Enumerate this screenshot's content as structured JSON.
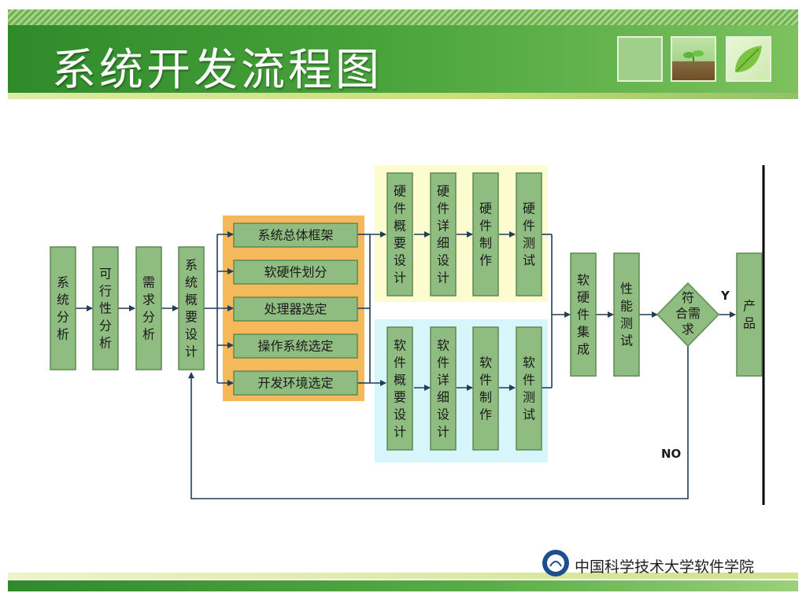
{
  "title": "系统开发流程图",
  "footer": {
    "institution": "中国科学技术大学软件学院"
  },
  "colors": {
    "box_fill": "#8fbc80",
    "box_stroke": "#5c8a50",
    "orange_panel": "#f5b85a",
    "yellow_panel": "#fdfbd0",
    "cyan_panel": "#d6f6fb",
    "line": "#1e3f5a"
  },
  "diagram": {
    "stages": [
      {
        "id": "s1",
        "label": "系统分析"
      },
      {
        "id": "s2",
        "label": "可行性分析"
      },
      {
        "id": "s3",
        "label": "需求分析"
      },
      {
        "id": "s4",
        "label": "系统概要设计"
      }
    ],
    "design_tasks": [
      "系统总体框架",
      "软硬件划分",
      "处理器选定",
      "操作系统选定",
      "开发环境选定"
    ],
    "hardware_track": [
      "硬件概要设计",
      "硬件详细设计",
      "硬件制作",
      "硬件测试"
    ],
    "software_track": [
      "软件概要设计",
      "软件详细设计",
      "软件制作",
      "软件测试"
    ],
    "integration": "软硬件集成",
    "performance": "性能测试",
    "decision": "符合需求",
    "product": "产品",
    "yes_label": "Y",
    "no_label": "NO"
  }
}
